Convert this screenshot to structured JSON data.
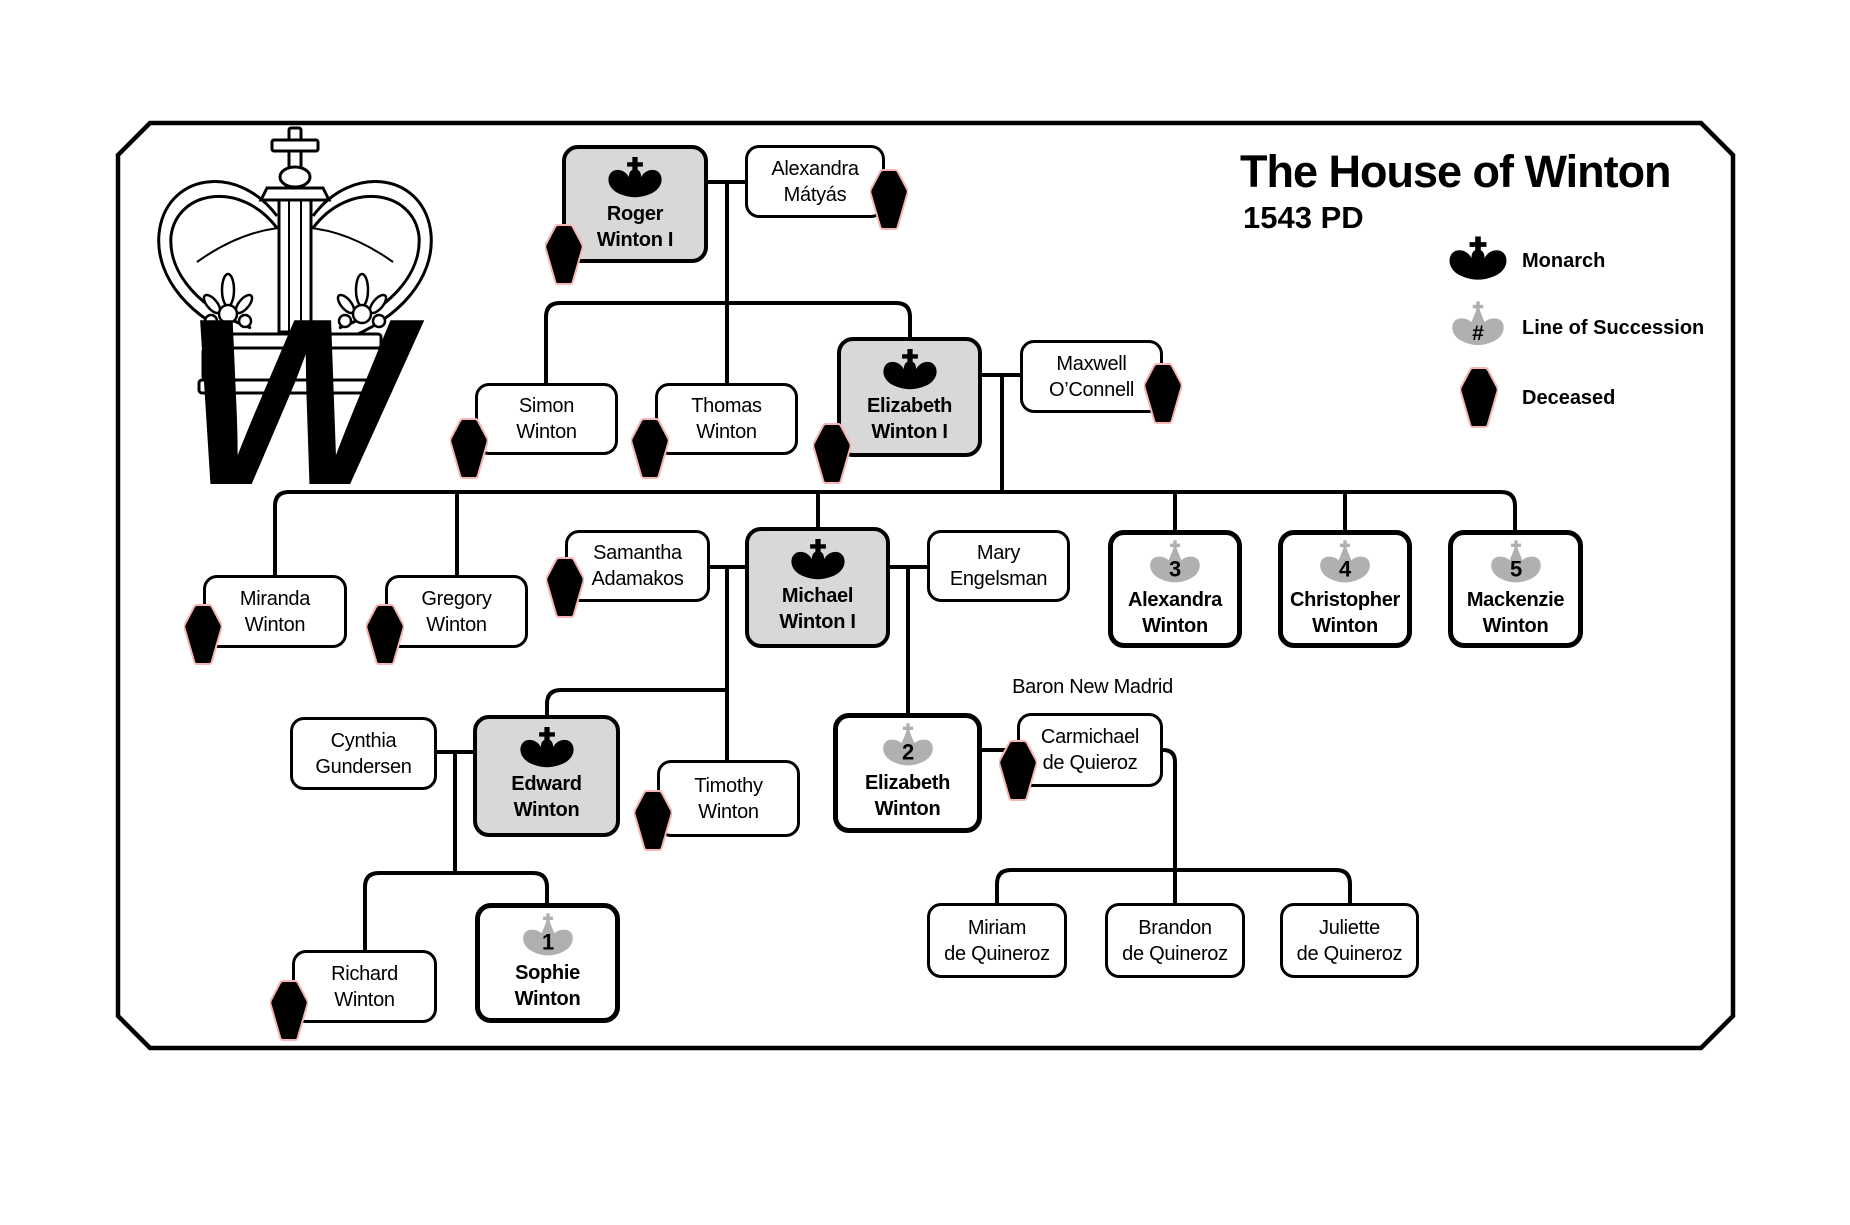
{
  "title": "The House of Winton",
  "subtitle": "1543 PD",
  "legend": {
    "monarch_label": "Monarch",
    "succession_label": "Line of Succession",
    "succession_symbol": "#",
    "deceased_label": "Deceased"
  },
  "annotations": {
    "baron": "Baron New Madrid"
  },
  "logo": {
    "letter": "W"
  },
  "colors": {
    "line": "#000000",
    "monarch_box_fill": "#d8d8d8",
    "succession_crown": "#b0b0b0",
    "monarch_crown": "#000000",
    "coffin_fill": "#000000",
    "coffin_outline": "#f6b6b6"
  },
  "people": {
    "roger": {
      "line1": "Roger",
      "line2": "Winton I",
      "role": "monarch",
      "deceased": true
    },
    "alexandra_m": {
      "line1": "Alexandra",
      "line2": "Mátyás",
      "role": "standard",
      "deceased": true
    },
    "simon": {
      "line1": "Simon",
      "line2": "Winton",
      "role": "standard",
      "deceased": true
    },
    "thomas": {
      "line1": "Thomas",
      "line2": "Winton",
      "role": "standard",
      "deceased": true
    },
    "elizabeth1": {
      "line1": "Elizabeth",
      "line2": "Winton I",
      "role": "monarch",
      "deceased": true
    },
    "maxwell": {
      "line1": "Maxwell",
      "line2": "O’Connell",
      "role": "standard",
      "deceased": true
    },
    "miranda": {
      "line1": "Miranda",
      "line2": "Winton",
      "role": "standard",
      "deceased": true
    },
    "gregory": {
      "line1": "Gregory",
      "line2": "Winton",
      "role": "standard",
      "deceased": true
    },
    "samantha": {
      "line1": "Samantha",
      "line2": "Adamakos",
      "role": "standard",
      "deceased": true
    },
    "michael": {
      "line1": "Michael",
      "line2": "Winton I",
      "role": "monarch",
      "deceased": false
    },
    "mary": {
      "line1": "Mary",
      "line2": "Engelsman",
      "role": "standard",
      "deceased": false
    },
    "alexandra3": {
      "line1": "Alexandra",
      "line2": "Winton",
      "role": "succession",
      "number": "3",
      "deceased": false
    },
    "christopher": {
      "line1": "Christopher",
      "line2": "Winton",
      "role": "succession",
      "number": "4",
      "deceased": false
    },
    "mackenzie": {
      "line1": "Mackenzie",
      "line2": "Winton",
      "role": "succession",
      "number": "5",
      "deceased": false
    },
    "cynthia": {
      "line1": "Cynthia",
      "line2": "Gundersen",
      "role": "standard",
      "deceased": false
    },
    "edward": {
      "line1": "Edward",
      "line2": "Winton",
      "role": "monarch",
      "deceased": false
    },
    "timothy": {
      "line1": "Timothy",
      "line2": "Winton",
      "role": "standard",
      "deceased": true
    },
    "elizabeth2": {
      "line1": "Elizabeth",
      "line2": "Winton",
      "role": "succession",
      "number": "2",
      "deceased": false
    },
    "carmichael": {
      "line1": "Carmichael",
      "line2": "de Quieroz",
      "role": "standard",
      "deceased": true,
      "title": "Baron New Madrid"
    },
    "richard": {
      "line1": "Richard",
      "line2": "Winton",
      "role": "standard",
      "deceased": true
    },
    "sophie": {
      "line1": "Sophie",
      "line2": "Winton",
      "role": "succession",
      "number": "1",
      "deceased": false
    },
    "miriam": {
      "line1": "Miriam",
      "line2": "de Quineroz",
      "role": "standard",
      "deceased": false
    },
    "brandon": {
      "line1": "Brandon",
      "line2": "de Quineroz",
      "role": "standard",
      "deceased": false
    },
    "juliette": {
      "line1": "Juliette",
      "line2": "de Quineroz",
      "role": "standard",
      "deceased": false
    }
  }
}
